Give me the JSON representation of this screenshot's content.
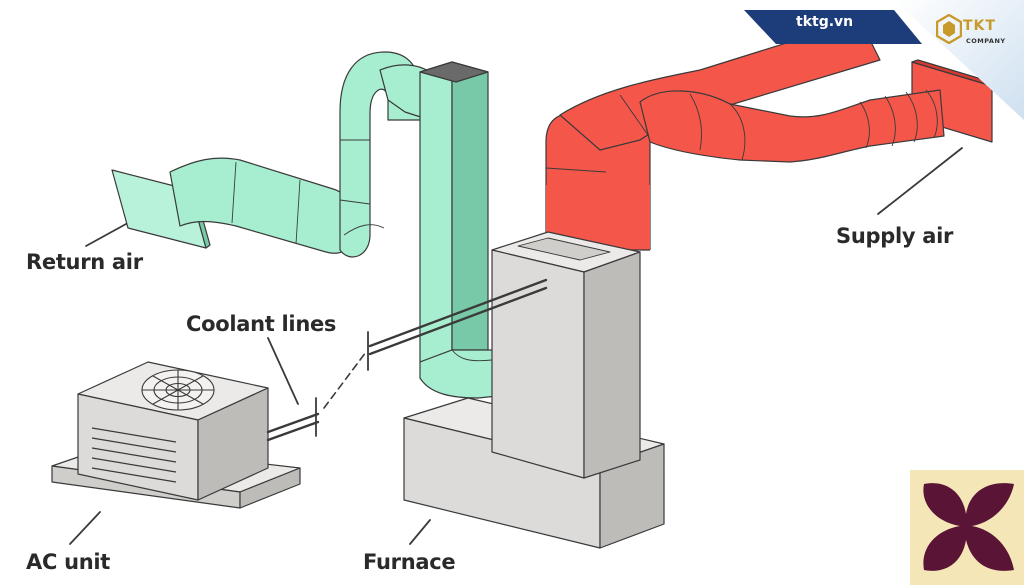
{
  "labels": {
    "return_air": "Return air",
    "coolant_lines": "Coolant lines",
    "supply_air": "Supply air",
    "ac_unit": "AC unit",
    "furnace": "Furnace"
  },
  "watermark": {
    "site": "tktg.vn",
    "brand": "TKT",
    "brand_sub": "COMPANY"
  },
  "colors": {
    "return_duct": "#a6eecf",
    "return_duct_shade": "#78c9a7",
    "supply_duct": "#f4564a",
    "supply_duct_shade": "#d8392f",
    "unit_gray": "#dcdbd9",
    "unit_gray_dark": "#bdbcb9",
    "outline": "#3a3a3a",
    "banner_navy": "#1d3c7a",
    "brand_gold": "#c79a2a",
    "corner_logo_bg": "#f5e6b8",
    "corner_logo_mark": "#5a1436"
  }
}
